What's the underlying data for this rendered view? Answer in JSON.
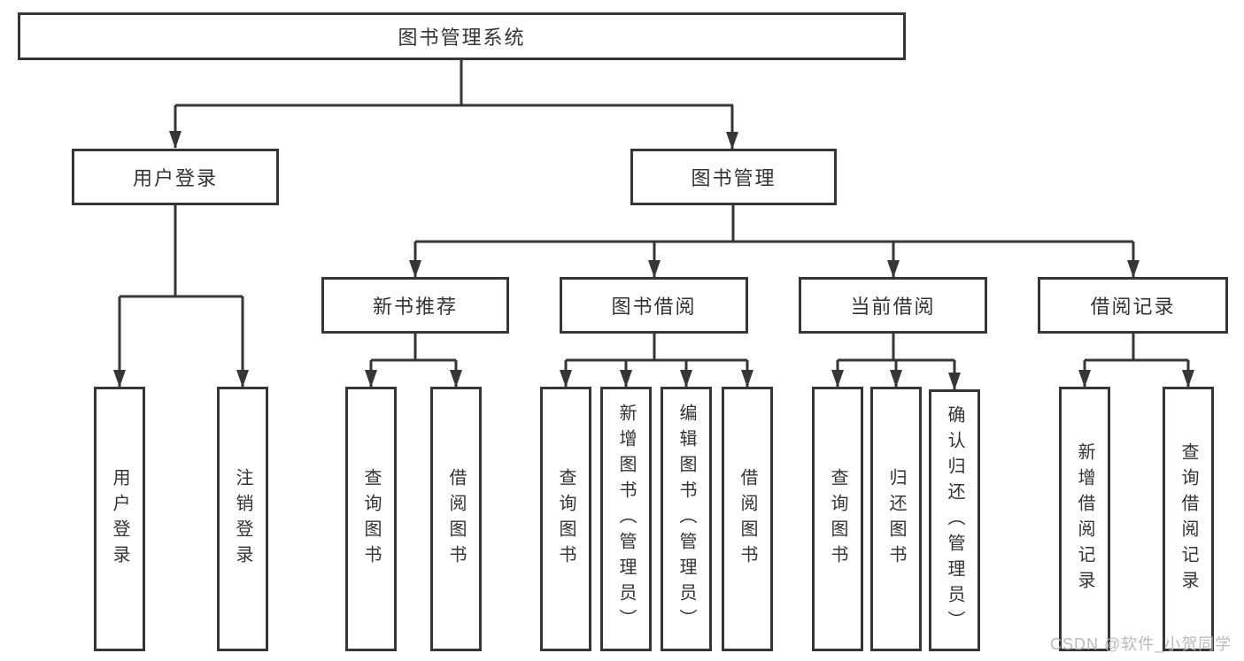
{
  "tree": {
    "root": "图书管理系统",
    "branches": [
      {
        "label": "用户登录",
        "children": [
          "用户登录",
          "注销登录"
        ]
      },
      {
        "label": "图书管理",
        "children": [
          {
            "label": "新书推荐",
            "children": [
              "查询图书",
              "借阅图书"
            ]
          },
          {
            "label": "图书借阅",
            "children": [
              "查询图书",
              "新增图书（管理员）",
              "编辑图书（管理员）",
              "借阅图书"
            ]
          },
          {
            "label": "当前借阅",
            "children": [
              "查询图书",
              "归还图书",
              "确认归还（管理员）"
            ]
          },
          {
            "label": "借阅记录",
            "children": [
              "新增借阅记录",
              "查询借阅记录"
            ]
          }
        ]
      }
    ]
  },
  "watermark": {
    "text": "CSDN @软件_小贺同学"
  },
  "colors": {
    "line": "#363636",
    "box_border": "#363636",
    "text": "#333333",
    "background": "#ffffff",
    "watermark": "#b5b5b5"
  }
}
